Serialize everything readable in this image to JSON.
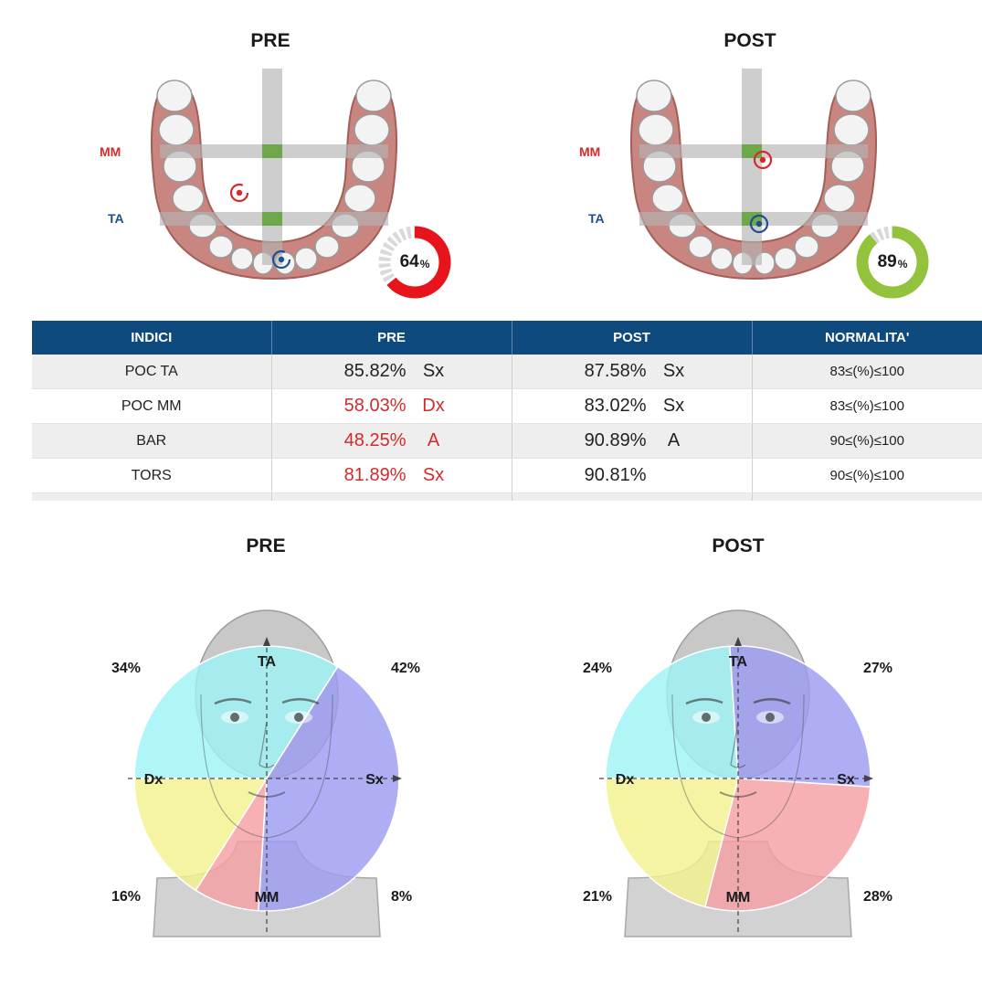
{
  "top_titles": {
    "pre": "PRE",
    "post": "POST"
  },
  "arch_labels": {
    "mm": "MM",
    "ta": "TA"
  },
  "gauges": {
    "pre": {
      "value": 64,
      "unit": "%",
      "color": "#e8141b"
    },
    "post": {
      "value": 89,
      "unit": "%",
      "color": "#93c23c"
    }
  },
  "table": {
    "headers": [
      "INDICI",
      "PRE",
      "POST",
      "NORMALITA'"
    ],
    "rows": [
      {
        "index": "POC TA",
        "pre_value": "85.82%",
        "pre_side": "Sx",
        "pre_flag": false,
        "post_value": "87.58%",
        "post_side": "Sx",
        "post_flag": false,
        "normal": "83≤(%)≤100"
      },
      {
        "index": "POC MM",
        "pre_value": "58.03%",
        "pre_side": "Dx",
        "pre_flag": true,
        "post_value": "83.02%",
        "post_side": "Sx",
        "post_flag": false,
        "normal": "83≤(%)≤100"
      },
      {
        "index": "BAR",
        "pre_value": "48.25%",
        "pre_side": "A",
        "pre_flag": true,
        "post_value": "90.89%",
        "post_side": "A",
        "post_flag": false,
        "normal": "90≤(%)≤100"
      },
      {
        "index": "TORS",
        "pre_value": "81.89%",
        "pre_side": "Sx",
        "pre_flag": true,
        "post_value": "90.81%",
        "post_side": "",
        "post_flag": false,
        "normal": "90≤(%)≤100"
      }
    ]
  },
  "bottom_titles": {
    "pre": "PRE",
    "post": "POST"
  },
  "axis_labels": {
    "ta": "TA",
    "mm": "MM",
    "dx": "Dx",
    "sx": "Sx"
  },
  "colors": {
    "dx_ta": "#9ff4f6",
    "ta_sx": "#9c9cf2",
    "sx_mm": "#f5a0a4",
    "mm_dx": "#f2f28f",
    "header": "#0e4a7e",
    "flag": "#d42a2a"
  },
  "chart_data": [
    {
      "type": "pie",
      "title": "PRE",
      "categories": [
        "Dx-TA",
        "TA-Sx",
        "Sx-MM",
        "MM-Dx"
      ],
      "values": [
        34,
        42,
        8,
        16
      ],
      "labels": [
        "34%",
        "42%",
        "8%",
        "16%"
      ]
    },
    {
      "type": "pie",
      "title": "POST",
      "categories": [
        "Dx-TA",
        "TA-Sx",
        "Sx-MM",
        "MM-Dx"
      ],
      "values": [
        24,
        27,
        28,
        21
      ],
      "labels": [
        "24%",
        "27%",
        "28%",
        "21%"
      ]
    }
  ]
}
